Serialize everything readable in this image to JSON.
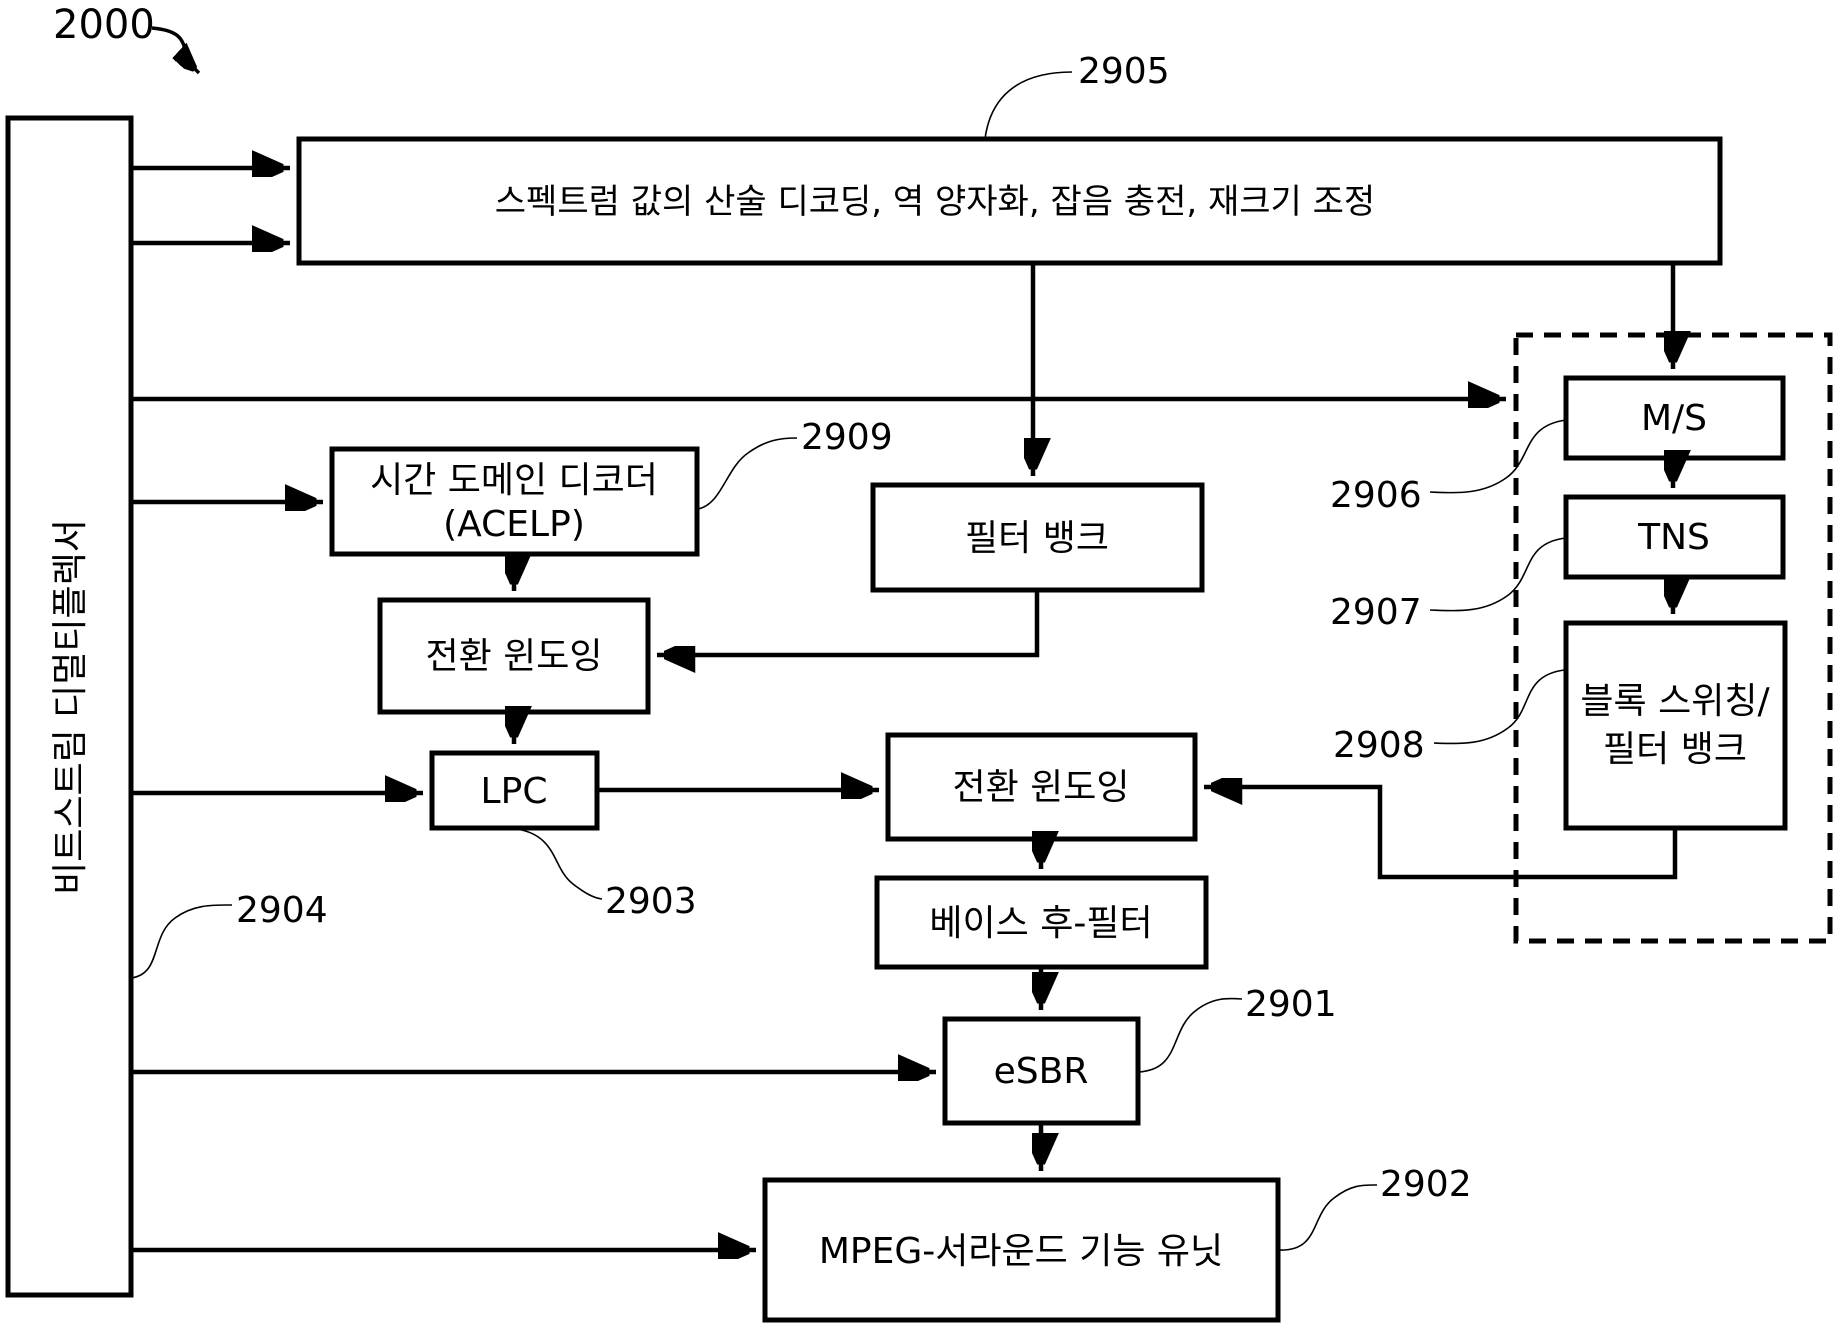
{
  "figure": {
    "number": "2000"
  },
  "blocks": {
    "demux": {
      "label": "비트스트림 디멀티플렉서"
    },
    "spectral": {
      "label": "스펙트럼 값의 산술 디코딩, 역 양자화, 잡음 충전, 재크기 조정"
    },
    "time_domain_decoder": {
      "line1": "시간 도메인 디코더",
      "line2": "(ACELP)"
    },
    "filter_bank": {
      "label": "필터 뱅크"
    },
    "transition_windowing_left": {
      "label": "전환 윈도잉"
    },
    "lpc": {
      "label": "LPC"
    },
    "transition_windowing_center": {
      "label": "전환 윈도잉"
    },
    "bass_post_filter": {
      "label": "베이스 후-필터"
    },
    "esbr": {
      "label": "eSBR"
    },
    "mpeg_surround": {
      "label": "MPEG-서라운드 기능 유닛"
    },
    "ms": {
      "label": "M/S"
    },
    "tns": {
      "label": "TNS"
    },
    "block_switching_filter_bank": {
      "line1": "블록 스위칭/",
      "line2": "필터 뱅크"
    }
  },
  "refs": {
    "r2000": "2000",
    "r2901": "2901",
    "r2902": "2902",
    "r2903": "2903",
    "r2904": "2904",
    "r2905": "2905",
    "r2906": "2906",
    "r2907": "2907",
    "r2908": "2908",
    "r2909": "2909"
  },
  "colors": {
    "line": "#000000",
    "background": "#ffffff"
  }
}
